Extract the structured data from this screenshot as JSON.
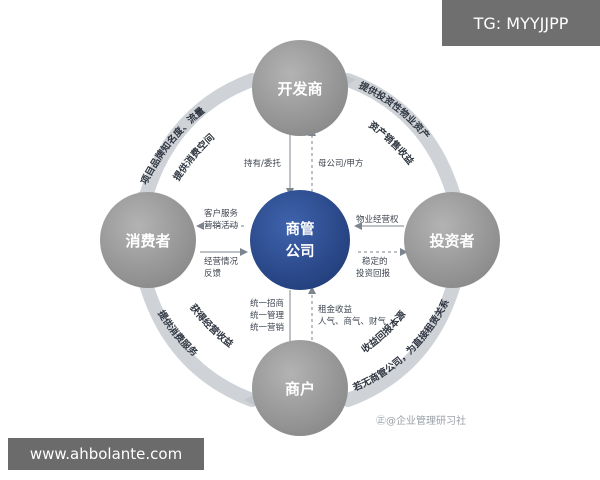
{
  "corner_tag": "TG: MYYJJPP",
  "site_tag": "www.ahbolante.com",
  "watermark": "㊣@企业管理研习社",
  "center": {
    "line1": "商管",
    "line2": "公司"
  },
  "nodes": {
    "top": "开发商",
    "left": "消费者",
    "right": "投资者",
    "bottom": "商户"
  },
  "arcs": {
    "tl_outer": "项目品牌知名度、流量",
    "tl_inner": "提供消费空间",
    "tr_outer": "提供投资性物业资产",
    "tr_inner": "资产销售收益",
    "bl_inner": "获得经营收益",
    "bl_outer": "提供消费服务",
    "br_inner": "收益回报本源",
    "br_outer": "若无商管公司，为直接租赁关系"
  },
  "spokes": {
    "top_left": "持有/委托",
    "top_right": "母公司/甲方",
    "left_top": [
      "客户服务",
      "营销活动"
    ],
    "left_bottom": [
      "经营情况",
      "反馈"
    ],
    "right_top": "物业经营权",
    "right_bottom": [
      "稳定的",
      "投资回报"
    ],
    "bottom_left": [
      "统一招商",
      "统一管理",
      "统一营销"
    ],
    "bottom_right": [
      "租金收益",
      "人气、商气、财气"
    ]
  },
  "colors": {
    "node_gray": "#9b9b9b",
    "center_blue": "#2e4f93",
    "ring_gray": "#cfd3d8"
  }
}
